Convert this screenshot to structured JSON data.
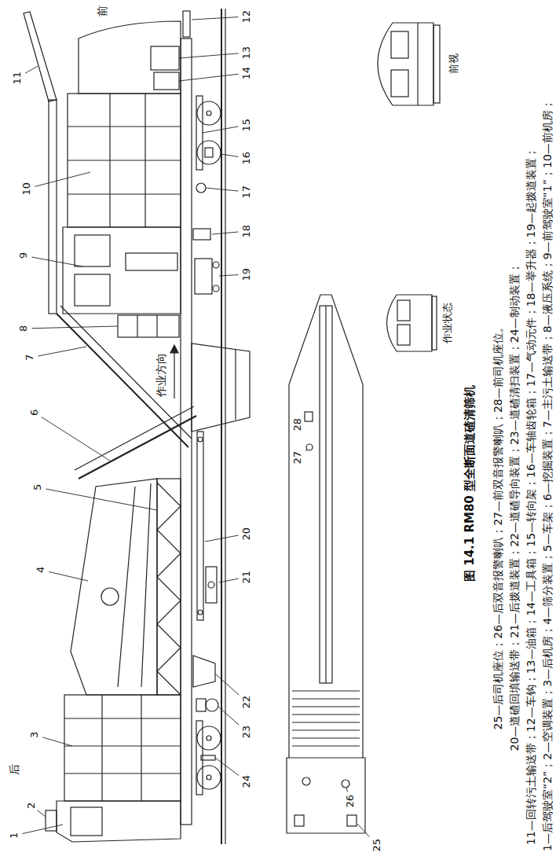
{
  "diagram": {
    "caption": "图 14.1 RM80 型全断面道碴清筛机",
    "labels": [
      "1",
      "2",
      "3",
      "4",
      "5",
      "6",
      "7",
      "8",
      "9",
      "10",
      "11",
      "12",
      "13",
      "14",
      "15",
      "16",
      "17",
      "18",
      "19",
      "20",
      "21",
      "22",
      "23",
      "24",
      "25",
      "26",
      "27",
      "28",
      "后",
      "前",
      "作业方向",
      "前视",
      "作业状态",
      "1—后驾驶室“2”；2—空调装置；3—后机房；4—筛分装置；5—车架；6—挖掘装置；7—主污土输送带；8—液压系统；9—前驾驶室“1”；10—前机房；",
      "11—回转污土输送带；12—车钩；13—油箱；14—工具箱；15—转向架；16—车轴齿轮箱；17—气动元件；18—举升器；19—起拨道装置；",
      "20—道碴回填输送带；21—后拨道装置；22—道碴导向装置；23—道碴清扫装置；24—制动装置；",
      "25—后司机座位；26—后双音报警喇叭；27—前双音报警喇叭；28—前司机座位。"
    ]
  }
}
